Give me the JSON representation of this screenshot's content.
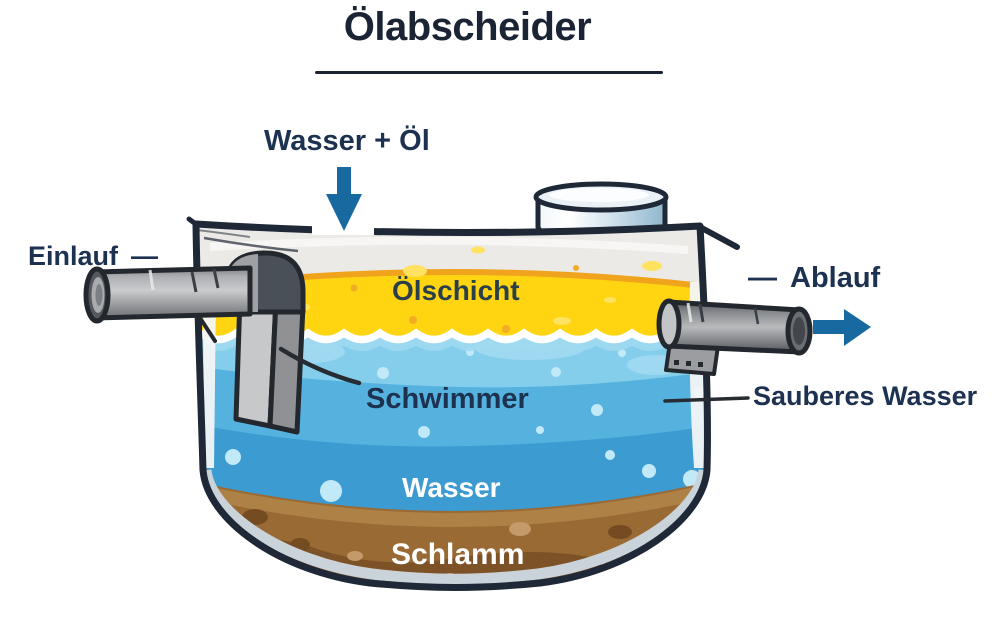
{
  "title": "Ölabscheider",
  "annotations": {
    "inflow": "Wasser + Öl",
    "inlet": "Einlauf",
    "inlet_dash": "—",
    "outlet": "Ablauf",
    "outlet_dash": "—",
    "clean_water": "Sauberes Wasser",
    "float_pointer": "Schwimmer"
  },
  "layers": {
    "oil": "Ölschicht",
    "water": "Wasser",
    "sludge": "Schlamm"
  },
  "colors": {
    "outline": "#1E2836",
    "title_text": "#1B2434",
    "label_text": "#1D3150",
    "oil_label_text": "#2A3F49",
    "arrow": "#17699F",
    "oil": "#FFD512",
    "oil_rim": "#F0A41E",
    "water_light": "#85CEEB",
    "water_mid": "#55B2DF",
    "water_deep": "#3C9BD1",
    "sludge": "#9A6A34",
    "sludge_light": "#AE8147",
    "sludge_dark": "#7D5226",
    "headspace": "#EBEAE7"
  }
}
